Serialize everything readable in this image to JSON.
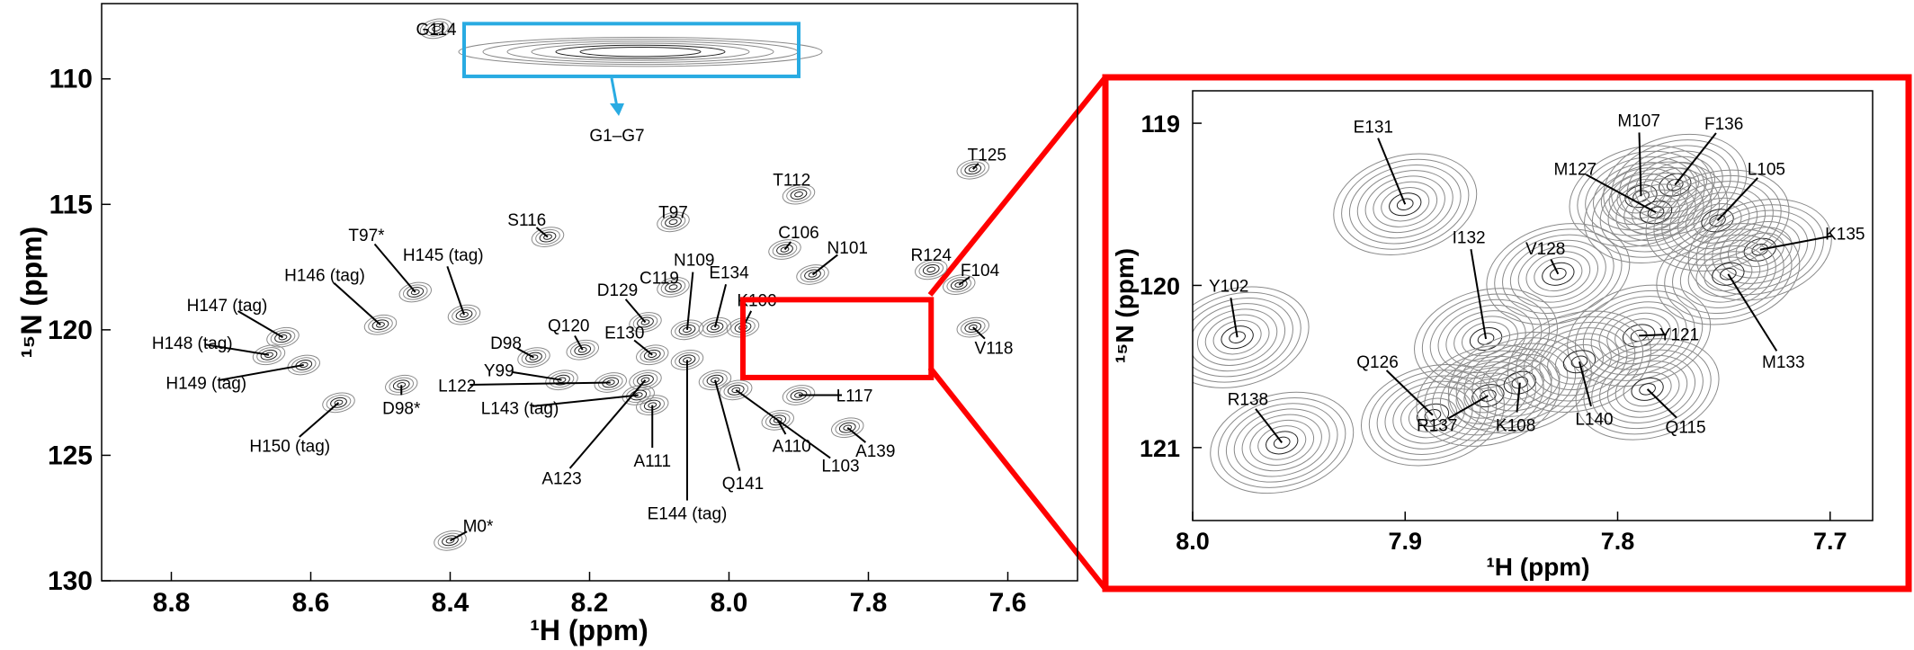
{
  "colors": {
    "zoom_frame": "#ff0000",
    "highlight_box": "#29abe2",
    "contour": "#8a8a8a",
    "contour_dense": "#222222"
  },
  "chart_data": [
    {
      "type": "scatter",
      "title": "",
      "xlabel": "¹H (ppm)",
      "ylabel": "¹⁵N (ppm)",
      "xlim": [
        8.9,
        7.5
      ],
      "ylim": [
        130,
        107
      ],
      "x_reversed": true,
      "y_reversed": true,
      "xticks": [
        "8.8",
        "8.6",
        "8.4",
        "8.2",
        "8.0",
        "7.8",
        "7.6"
      ],
      "xtick_values": [
        8.8,
        8.6,
        8.4,
        8.2,
        8.0,
        7.8,
        7.6
      ],
      "yticks": [
        "110",
        "115",
        "120",
        "125",
        "130"
      ],
      "ytick_values": [
        110,
        115,
        120,
        125,
        130
      ],
      "highlight_label": "G1–G7",
      "highlight_region": {
        "x": [
          8.38,
          7.9
        ],
        "y": [
          107.8,
          109.9
        ]
      },
      "zoom_region": {
        "x": [
          7.98,
          7.71
        ],
        "y": [
          118.8,
          121.9
        ]
      },
      "peaks": [
        {
          "label": "G114",
          "x": 8.42,
          "y": 108.0,
          "lx": 8.42,
          "ly": 108.0
        },
        {
          "label": "T125",
          "x": 7.65,
          "y": 113.6,
          "lx": 7.63,
          "ly": 113.0
        },
        {
          "label": "T112",
          "x": 7.9,
          "y": 114.6,
          "lx": 7.91,
          "ly": 114.0
        },
        {
          "label": "T97",
          "x": 8.08,
          "y": 115.7,
          "lx": 8.08,
          "ly": 115.3
        },
        {
          "label": "S116",
          "x": 8.26,
          "y": 116.3,
          "lx": 8.29,
          "ly": 115.6
        },
        {
          "label": "T97*",
          "x": 8.45,
          "y": 118.5,
          "lx": 8.52,
          "ly": 116.2
        },
        {
          "label": "H145 (tag)",
          "x": 8.38,
          "y": 119.4,
          "lx": 8.41,
          "ly": 117.0
        },
        {
          "label": "E134",
          "x": 8.02,
          "y": 119.9,
          "lx": 8.0,
          "ly": 117.7
        },
        {
          "label": "C106",
          "x": 7.92,
          "y": 116.8,
          "lx": 7.9,
          "ly": 116.1
        },
        {
          "label": "N101",
          "x": 7.88,
          "y": 117.8,
          "lx": 7.83,
          "ly": 116.7
        },
        {
          "label": "N109",
          "x": 8.06,
          "y": 120.0,
          "lx": 8.05,
          "ly": 117.2
        },
        {
          "label": "H146 (tag)",
          "x": 8.5,
          "y": 119.8,
          "lx": 8.58,
          "ly": 117.8
        },
        {
          "label": "D129",
          "x": 8.12,
          "y": 119.7,
          "lx": 8.16,
          "ly": 118.4
        },
        {
          "label": "C119",
          "x": 8.08,
          "y": 118.3,
          "lx": 8.1,
          "ly": 117.9
        },
        {
          "label": "K100",
          "x": 7.98,
          "y": 119.9,
          "lx": 7.96,
          "ly": 118.8
        },
        {
          "label": "R124",
          "x": 7.71,
          "y": 117.6,
          "lx": 7.71,
          "ly": 117.0
        },
        {
          "label": "F104",
          "x": 7.67,
          "y": 118.2,
          "lx": 7.64,
          "ly": 117.6
        },
        {
          "label": "H147 (tag)",
          "x": 8.64,
          "y": 120.3,
          "lx": 8.72,
          "ly": 119.0
        },
        {
          "label": "Q120",
          "x": 8.21,
          "y": 120.8,
          "lx": 8.23,
          "ly": 119.8
        },
        {
          "label": "E130",
          "x": 8.11,
          "y": 121.0,
          "lx": 8.15,
          "ly": 120.1
        },
        {
          "label": "D98",
          "x": 8.28,
          "y": 121.1,
          "lx": 8.32,
          "ly": 120.5
        },
        {
          "label": "H148 (tag)",
          "x": 8.66,
          "y": 121.0,
          "lx": 8.77,
          "ly": 120.5
        },
        {
          "label": "V118",
          "x": 7.65,
          "y": 119.9,
          "lx": 7.62,
          "ly": 120.7
        },
        {
          "label": "Y99",
          "x": 8.24,
          "y": 122.0,
          "lx": 8.33,
          "ly": 121.6
        },
        {
          "label": "H149 (tag)",
          "x": 8.61,
          "y": 121.4,
          "lx": 8.75,
          "ly": 122.1
        },
        {
          "label": "L122",
          "x": 8.17,
          "y": 122.1,
          "lx": 8.39,
          "ly": 122.2
        },
        {
          "label": "D98*",
          "x": 8.47,
          "y": 122.2,
          "lx": 8.47,
          "ly": 123.1
        },
        {
          "label": "L117",
          "x": 7.9,
          "y": 122.6,
          "lx": 7.82,
          "ly": 122.6
        },
        {
          "label": "L143 (tag)",
          "x": 8.13,
          "y": 122.6,
          "lx": 8.3,
          "ly": 123.1
        },
        {
          "label": "A139",
          "x": 7.83,
          "y": 123.9,
          "lx": 7.79,
          "ly": 124.8
        },
        {
          "label": "A110",
          "x": 7.93,
          "y": 123.6,
          "lx": 7.91,
          "ly": 124.6
        },
        {
          "label": "H150 (tag)",
          "x": 8.56,
          "y": 122.9,
          "lx": 8.63,
          "ly": 124.6
        },
        {
          "label": "L103",
          "x": 7.99,
          "y": 122.4,
          "lx": 7.84,
          "ly": 125.4
        },
        {
          "label": "A111",
          "x": 8.11,
          "y": 123.0,
          "lx": 8.11,
          "ly": 125.2
        },
        {
          "label": "Q141",
          "x": 8.02,
          "y": 122.0,
          "lx": 7.98,
          "ly": 126.1
        },
        {
          "label": "A123",
          "x": 8.12,
          "y": 122.0,
          "lx": 8.24,
          "ly": 125.9
        },
        {
          "label": "M0*",
          "x": 8.4,
          "y": 128.4,
          "lx": 8.36,
          "ly": 127.8
        },
        {
          "label": "E144 (tag)",
          "x": 8.06,
          "y": 121.2,
          "lx": 8.06,
          "ly": 127.3
        }
      ]
    },
    {
      "type": "scatter",
      "title": "",
      "xlabel": "¹H (ppm)",
      "ylabel": "¹⁵N (ppm)",
      "xlim": [
        8.0,
        7.68
      ],
      "ylim": [
        121.45,
        118.8
      ],
      "x_reversed": true,
      "y_reversed": true,
      "xticks": [
        "8.0",
        "7.9",
        "7.8",
        "7.7"
      ],
      "xtick_values": [
        8.0,
        7.9,
        7.8,
        7.7
      ],
      "yticks": [
        "119",
        "120",
        "121"
      ],
      "ytick_values": [
        119,
        120,
        121
      ],
      "peaks": [
        {
          "label": "E131",
          "x": 7.9,
          "y": 119.5,
          "lx": 7.915,
          "ly": 119.02
        },
        {
          "label": "M107",
          "x": 7.789,
          "y": 119.45,
          "lx": 7.79,
          "ly": 118.98
        },
        {
          "label": "F136",
          "x": 7.773,
          "y": 119.38,
          "lx": 7.75,
          "ly": 119.0
        },
        {
          "label": "M127",
          "x": 7.782,
          "y": 119.55,
          "lx": 7.82,
          "ly": 119.28
        },
        {
          "label": "L105",
          "x": 7.753,
          "y": 119.6,
          "lx": 7.73,
          "ly": 119.28
        },
        {
          "label": "K135",
          "x": 7.733,
          "y": 119.78,
          "lx": 7.693,
          "ly": 119.68
        },
        {
          "label": "I132",
          "x": 7.862,
          "y": 120.33,
          "lx": 7.87,
          "ly": 119.7
        },
        {
          "label": "V128",
          "x": 7.828,
          "y": 119.93,
          "lx": 7.834,
          "ly": 119.77
        },
        {
          "label": "Y102",
          "x": 7.979,
          "y": 120.32,
          "lx": 7.983,
          "ly": 120.0
        },
        {
          "label": "Y121",
          "x": 7.79,
          "y": 120.31,
          "lx": 7.771,
          "ly": 120.3
        },
        {
          "label": "M133",
          "x": 7.748,
          "y": 119.93,
          "lx": 7.722,
          "ly": 120.47
        },
        {
          "label": "Q126",
          "x": 7.887,
          "y": 120.8,
          "lx": 7.913,
          "ly": 120.47
        },
        {
          "label": "R138",
          "x": 7.958,
          "y": 120.97,
          "lx": 7.974,
          "ly": 120.7
        },
        {
          "label": "R137",
          "x": 7.861,
          "y": 120.68,
          "lx": 7.885,
          "ly": 120.86
        },
        {
          "label": "K108",
          "x": 7.846,
          "y": 120.6,
          "lx": 7.848,
          "ly": 120.86
        },
        {
          "label": "L140",
          "x": 7.818,
          "y": 120.47,
          "lx": 7.811,
          "ly": 120.82
        },
        {
          "label": "Q115",
          "x": 7.786,
          "y": 120.64,
          "lx": 7.768,
          "ly": 120.87
        }
      ]
    }
  ]
}
